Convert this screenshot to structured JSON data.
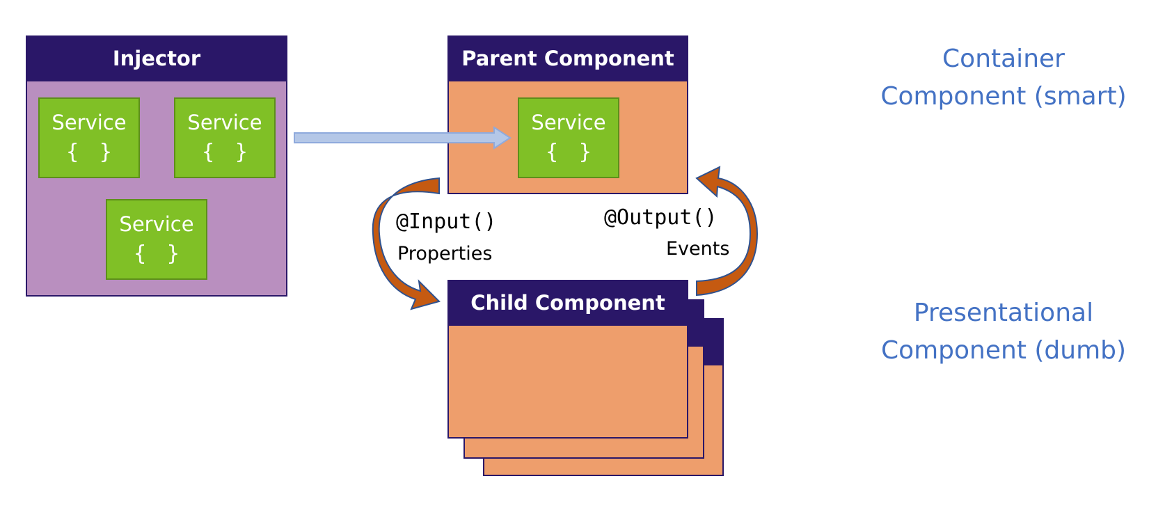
{
  "injector": {
    "title": "Injector",
    "services": [
      {
        "label": "Service",
        "braces": "{   }"
      },
      {
        "label": "Service",
        "braces": "{   }"
      },
      {
        "label": "Service",
        "braces": "{   }"
      }
    ]
  },
  "parent": {
    "title": "Parent Component",
    "service": {
      "label": "Service",
      "braces": "{   }"
    }
  },
  "child": {
    "title": "Child Component"
  },
  "input_label": {
    "code": "@Input()",
    "text": "Properties"
  },
  "output_label": {
    "code": "@Output()",
    "text": "Events"
  },
  "roles": {
    "container": {
      "line1": "Container",
      "line2": "Component (smart)"
    },
    "presentational": {
      "line1": "Presentational",
      "line2": "Component (dumb)"
    }
  },
  "colors": {
    "header": "#2a1768",
    "injector_fill": "#b98fbf",
    "component_fill": "#ee9e6c",
    "service_fill": "#80c026",
    "arrow_orange": "#c55a11",
    "arrow_blue": "#b4c7e7",
    "role_text": "#4472c4"
  }
}
